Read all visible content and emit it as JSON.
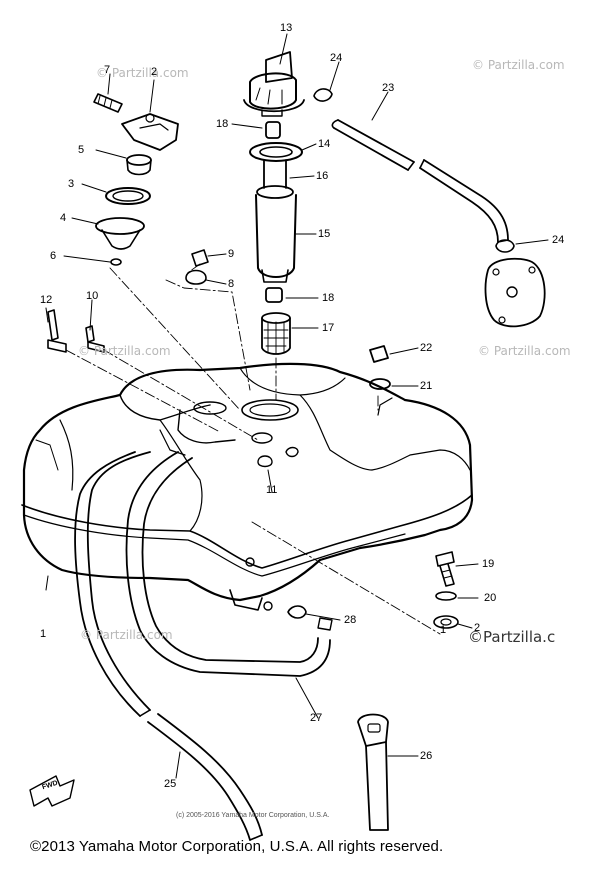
{
  "watermarks": {
    "top_left": "© Partzilla.com",
    "top_right": "© Partzilla.com",
    "mid_left": "© Partzilla.com",
    "mid_right": "© Partzilla.com",
    "bottom_left": "© Partzilla.com",
    "bottom_right": "©Partzilla.c"
  },
  "callouts": {
    "c1a": "1",
    "c1b": "1",
    "c2a": "2",
    "c2b": "2",
    "c3": "3",
    "c4": "4",
    "c5": "5",
    "c6": "6",
    "c7": "7",
    "c8": "8",
    "c9": "9",
    "c10": "10",
    "c11": "11",
    "c12": "12",
    "c13": "13",
    "c14": "14",
    "c15": "15",
    "c16": "16",
    "c17": "17",
    "c18a": "18",
    "c18b": "18",
    "c19": "19",
    "c20": "20",
    "c21": "21",
    "c22": "22",
    "c23": "23",
    "c24a": "24",
    "c24b": "24",
    "c25": "25",
    "c26": "26",
    "c27": "27",
    "c28": "28"
  },
  "fwd_label": "FWD",
  "small_copyright": "(c) 2005-2016 Yamaha Motor Corporation, U.S.A.",
  "footer_copyright": "©2013 Yamaha Motor Corporation, U.S.A. All rights reserved."
}
